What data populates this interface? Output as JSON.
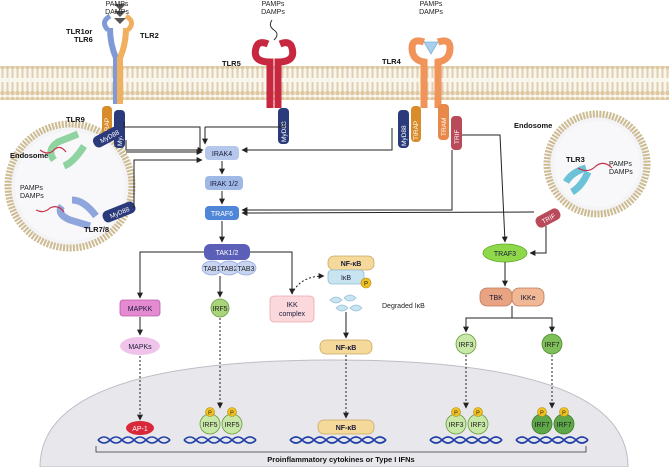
{
  "stimuli": {
    "tlr12": [
      "PAMPs",
      "DAMPs"
    ],
    "tlr5": [
      "PAMPs",
      "DAMPs"
    ],
    "tlr4": [
      "PAMPs",
      "DAMPs"
    ],
    "endosome_left": [
      "PAMPs",
      "DAMPs"
    ],
    "endosome_right": [
      "PAMPs",
      "DAMPs"
    ]
  },
  "receptors": {
    "tlr1_6": [
      "TLR1or",
      "TLR6"
    ],
    "tlr2": "TLR2",
    "tlr5": "TLR5",
    "tlr4": "TLR4",
    "tlr9": "TLR9",
    "tlr78": "TLR7/8",
    "tlr3": "TLR3"
  },
  "compartments": {
    "endosome_left": "Endosome",
    "endosome_right": "Endosome"
  },
  "adaptors": {
    "tirap_a": "TIRAP",
    "myd88_a": "MyD88",
    "myd88_tlr5": "MyD88",
    "myd88_tlr4": "MyD88",
    "tirap_tlr4": "TIRAP",
    "tram": "TRAM",
    "trif_tlr4": "TRIF",
    "myd88_tlr9": "MyD88",
    "myd88_tlr78": "MyD88",
    "trif_tlr3": "TRIF"
  },
  "nodes": {
    "irak4": "IRAK4",
    "irak12": "IRAK 1/2",
    "traf6": "TRAF6",
    "tak12": "TAK1/2",
    "tab1": "TAB1",
    "tab2": "TAB2",
    "tab3": "TAB3",
    "mapkk": "MAPKK",
    "mapks": "MAPKs",
    "irf5": "IRF5",
    "ikk": [
      "IKK",
      "complex"
    ],
    "nfkb_top": "NF-κB",
    "ikb": "IκB",
    "p": "P",
    "degraded": "Degraded IκB",
    "nfkb_mid": "NF-κB",
    "traf3": "TRAF3",
    "tbk": "TBK",
    "ikke": "IKKe",
    "irf3": "IRF3",
    "irf7": "IRF7"
  },
  "nucleus": {
    "ap1": "AP-1",
    "irf5_a": "IRF5",
    "irf5_b": "IRF5",
    "nfkb": "NF-κB",
    "irf3_a": "IRF3",
    "irf3_b": "IRF3",
    "irf7_a": "IRF7",
    "irf7_b": "IRF7",
    "p": "P"
  },
  "footer": "Proinflammatory cytokines or Type I IFNs",
  "colors": {
    "membrane": "#d8c49a",
    "myd88": "#2a3a7a",
    "tirap": "#d98c2a",
    "tram": "#e8894a",
    "trif": "#b84a5a",
    "blue_node": "#9fb8e6",
    "traf6": "#4f86d8",
    "tak": "#5b5fb8",
    "mapkk": "#e48ad0",
    "irf_green": "#a8d47a",
    "nfkb": "#f4d99a",
    "traf3": "#8fd84a",
    "tbk": "#e8a482",
    "irf7_dark": "#5fa84a",
    "ap1": "#d8283a",
    "nucleus": "#e6e6ea",
    "dna": "#1f3fa6"
  }
}
